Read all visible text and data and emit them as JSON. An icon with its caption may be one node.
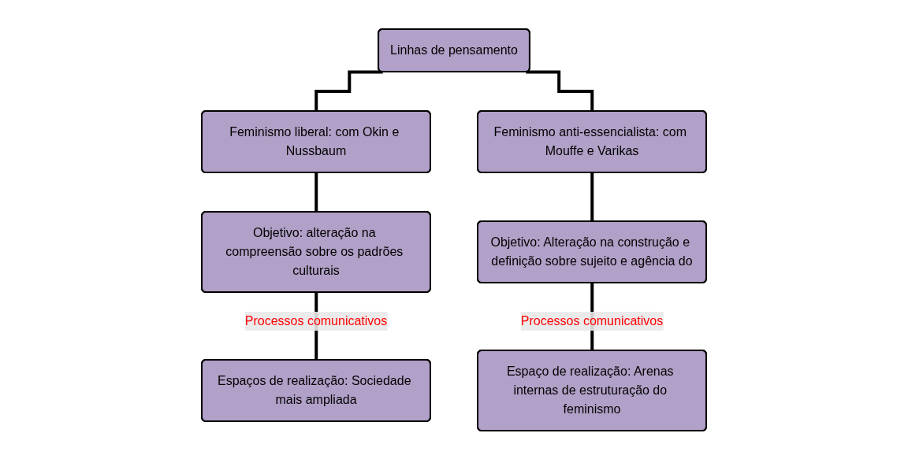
{
  "diagram": {
    "nodes": [
      {
        "text": [
          "Linhas de pensamento"
        ]
      },
      {
        "text": [
          "Feminismo liberal: com Okin e Nussbaum"
        ]
      },
      {
        "text": [
          "Feminismo anti-essencialista: com Mouffe e Varikas"
        ]
      },
      {
        "text": [
          "Objetivo: alteração na compreensão sobre os padrões culturais"
        ]
      },
      {
        "text": [
          "Objetivo: Alteração na construção e definição sobre sujeito e agência do"
        ]
      },
      {
        "text": [
          "Espaços de realização: Sociedade mais ampliada"
        ]
      },
      {
        "text": [
          "Espaço de realização: Arenas internas de estruturação do feminismo"
        ]
      }
    ],
    "edges": [
      {
        "from": 0,
        "to": 1,
        "arrow": "none"
      },
      {
        "from": 0,
        "to": 2,
        "arrow": "none"
      },
      {
        "from": 1,
        "to": 3,
        "arrow": "none"
      },
      {
        "from": 2,
        "to": 4,
        "arrow": "none"
      },
      {
        "from": 3,
        "to": 5,
        "arrow": "none",
        "label": "Processos comunicativos"
      },
      {
        "from": 4,
        "to": 6,
        "arrow": "none",
        "label": "Processos comunicativos"
      }
    ]
  }
}
